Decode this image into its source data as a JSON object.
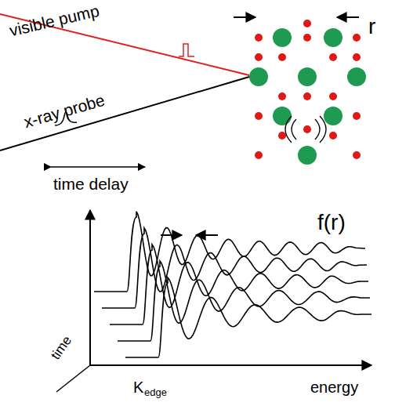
{
  "diagram": {
    "labels": [
      "visible pump",
      "x-ray probe",
      "time delay",
      "r",
      "f(r)",
      "time",
      "K",
      "edge",
      "energy"
    ]
  }
}
